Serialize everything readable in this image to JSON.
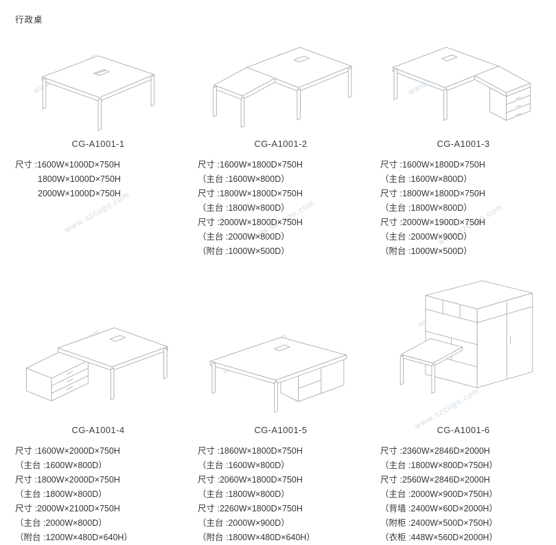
{
  "page_title": "行政桌",
  "watermark": "www.szcogo.com",
  "products": [
    {
      "model": "CG-A1001-1",
      "specs": [
        "尺寸 :1600W×1000D×750H",
        "1800W×1000D×750H",
        "2000W×1000D×750H"
      ]
    },
    {
      "model": "CG-A1001-2",
      "specs": [
        "尺寸 :1600W×1800D×750H",
        "（主台 :1600W×800D）",
        "尺寸 :1800W×1800D×750H",
        "（主台 :1800W×800D）",
        "尺寸 :2000W×1800D×750H",
        "（主台 :2000W×800D）",
        "（附台 :1000W×500D）"
      ]
    },
    {
      "model": "CG-A1001-3",
      "specs": [
        "尺寸 :1600W×1800D×750H",
        "（主台 :1600W×800D）",
        "尺寸 :1800W×1800D×750H",
        "（主台 :1800W×800D）",
        "尺寸 :2000W×1900D×750H",
        "（主台 :2000W×900D）",
        "（附台 :1000W×500D）"
      ]
    },
    {
      "model": "CG-A1001-4",
      "specs": [
        "尺寸 :1600W×2000D×750H",
        "（主台 :1600W×800D）",
        "尺寸 :1800W×2000D×750H",
        "（主台 :1800W×800D）",
        "尺寸 :2000W×2100D×750H",
        "（主台 :2000W×800D）",
        "（附台 :1200W×480D×640H）"
      ]
    },
    {
      "model": "CG-A1001-5",
      "specs": [
        "尺寸 :1860W×1800D×750H",
        "（主台 :1600W×800D）",
        "尺寸 :2060W×1800D×750H",
        "（主台 :1800W×800D）",
        "尺寸 :2260W×1800D×750H",
        "（主台 :2000W×900D）",
        "（附台 :1800W×480D×640H）"
      ]
    },
    {
      "model": "CG-A1001-6",
      "specs": [
        "尺寸 :2360W×2846D×2000H",
        "（主台 :1800W×800D×750H）",
        "尺寸 :2560W×2846D×2000H",
        "（主台 :2000W×900D×750H）",
        "（背墙 :2400W×60D×2000H）",
        "（附柜 :2400W×500D×750H）",
        "（衣柜 :448W×560D×2000H）"
      ]
    }
  ]
}
